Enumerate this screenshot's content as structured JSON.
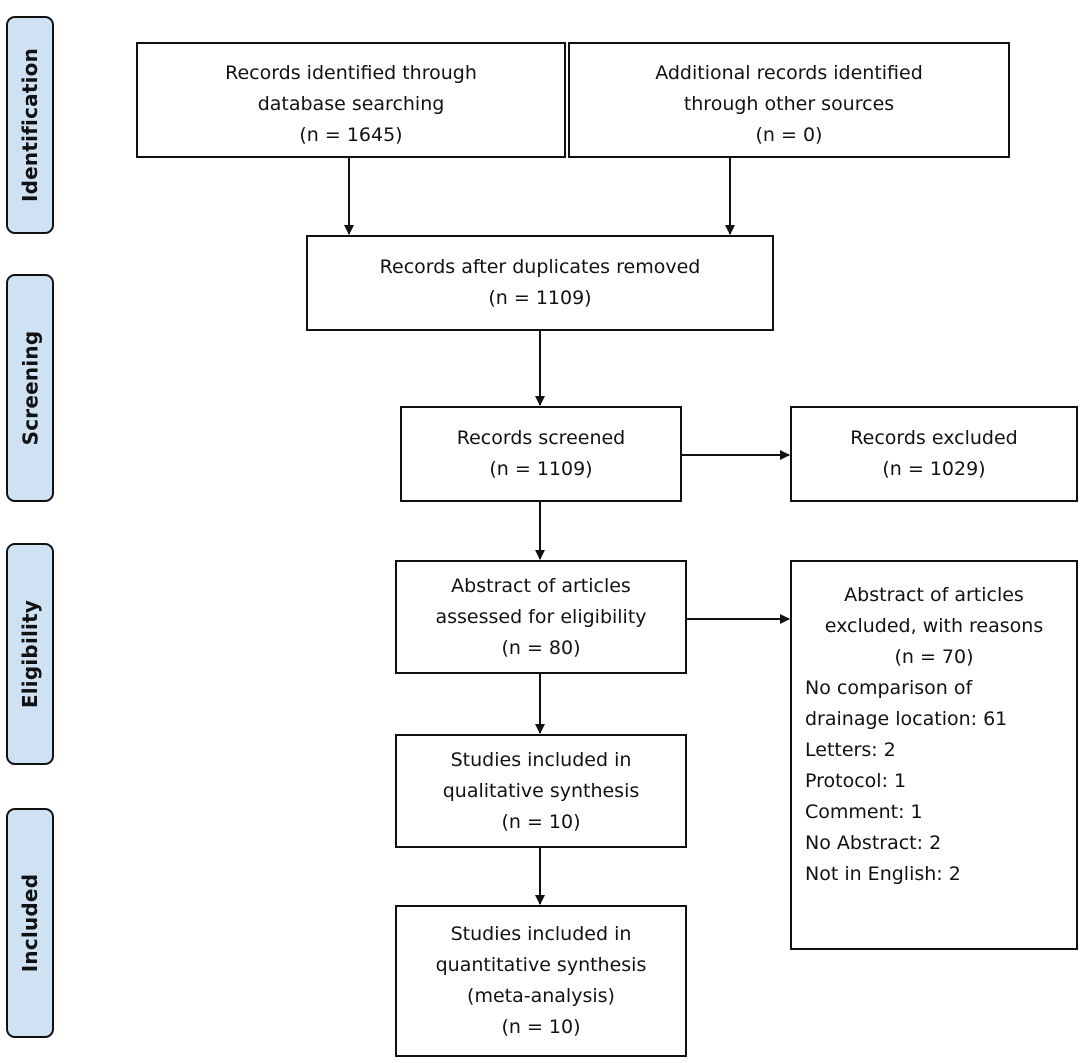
{
  "phases": {
    "identification": "Identification",
    "screening": "Screening",
    "eligibility": "Eligibility",
    "included": "Included"
  },
  "boxes": {
    "database": {
      "line1": "Records identified through",
      "line2": "database searching",
      "count": "(n = 1645)"
    },
    "other_sources": {
      "line1": "Additional records identified",
      "line2": "through other sources",
      "count": "(n = 0)"
    },
    "after_duplicates": {
      "line1": "Records after duplicates removed",
      "count": "(n = 1109)"
    },
    "screened": {
      "line1": "Records screened",
      "count": "(n = 1109)"
    },
    "excluded": {
      "line1": "Records excluded",
      "count": "(n = 1029)"
    },
    "assessed": {
      "line1": "Abstract of articles",
      "line2": "assessed for eligibility",
      "count": "(n = 80)"
    },
    "excluded_reasons": {
      "line1": "Abstract of articles",
      "line2": "excluded, with reasons",
      "count": "(n = 70)",
      "reasons": [
        "No comparison of",
        "drainage location: 61",
        "Letters: 2",
        "Protocol: 1",
        "Comment: 1",
        "No Abstract: 2",
        "Not in English: 2"
      ]
    },
    "qualitative": {
      "line1": "Studies included in",
      "line2": "qualitative synthesis",
      "count": "(n = 10)"
    },
    "quantitative": {
      "line1": "Studies included in",
      "line2": "quantitative synthesis",
      "line3": "(meta-analysis)",
      "count": "(n = 10)"
    }
  }
}
